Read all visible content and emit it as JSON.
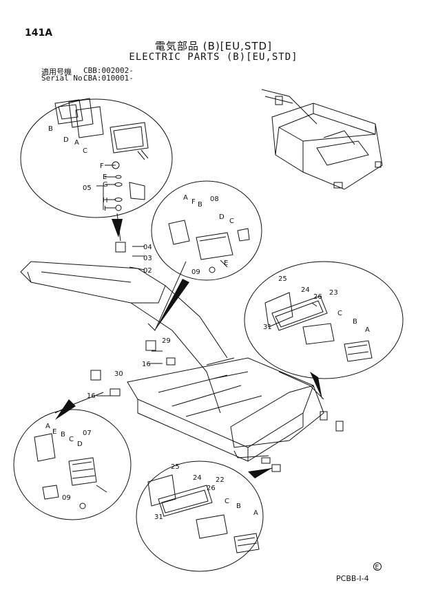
{
  "header": {
    "page_number": "141A",
    "title_ja": "電気部品 (B)[EU,STD]",
    "title_en": "ELECTRIC PARTS (B)[EU,STD]",
    "serial_label_ja": "適用号機",
    "serial_label_en": "Serial No.",
    "serial_value_1": "CBB:002002-",
    "serial_value_2": "CBA:010001-"
  },
  "callouts": {
    "top_left": {
      "letters": [
        "B",
        "D",
        "A",
        "C",
        "F",
        "E",
        "G",
        "H",
        "I"
      ],
      "part": "05"
    },
    "top_mid": {
      "letters": [
        "A",
        "F",
        "B",
        "D",
        "C",
        "E"
      ],
      "parts": [
        "08",
        "09"
      ]
    },
    "boom": {
      "parts": [
        "04",
        "03",
        "02"
      ]
    },
    "right_lamp": {
      "parts": [
        "25",
        "24",
        "26",
        "23",
        "31"
      ],
      "letters": [
        "C",
        "B",
        "A"
      ]
    },
    "bottom_left": {
      "letters": [
        "A",
        "E",
        "B",
        "C",
        "D"
      ],
      "parts": [
        "07",
        "09"
      ]
    },
    "bottom_right_lamp": {
      "parts": [
        "25",
        "24",
        "26",
        "22",
        "31"
      ],
      "letters": [
        "C",
        "B",
        "A"
      ]
    },
    "frame": {
      "parts": [
        "29",
        "16",
        "30",
        "16"
      ]
    }
  },
  "footer": {
    "symbol": "E",
    "code": "PCBB-I-4"
  }
}
